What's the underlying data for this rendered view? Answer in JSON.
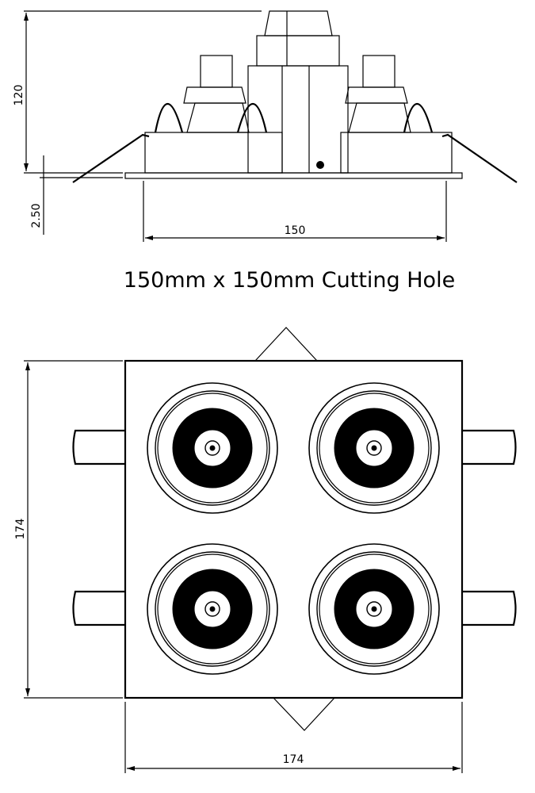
{
  "title": "150mm x 150mm Cutting Hole",
  "side_view": {
    "height_dim": "120",
    "flange_dim": "2.50",
    "width_dim": "150"
  },
  "top_view": {
    "height_dim": "174",
    "width_dim": "174"
  },
  "lamp_count": 4
}
